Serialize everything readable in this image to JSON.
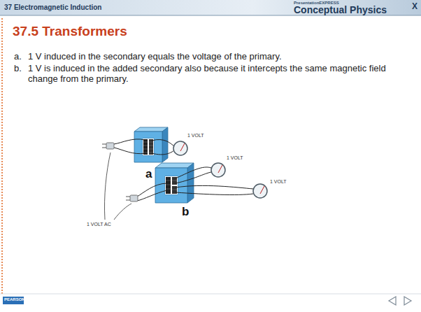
{
  "diagram": {
    "title": "37.5 Transformers",
    "labels": [
      "37 Electromagnetic Induction",
      "PresentationEXPRESS",
      "Conceptual Physics",
      "a.",
      "1 V induced in the secondary equals the voltage of the primary.",
      "b.",
      "1 V is induced in the added secondary also because it intercepts the same magnetic field change from the primary.",
      "1 VOLT",
      "1 VOLT",
      "1 VOLT",
      "a",
      "b",
      "1 VOLT AC",
      "PEARSON",
      "X"
    ]
  }
}
